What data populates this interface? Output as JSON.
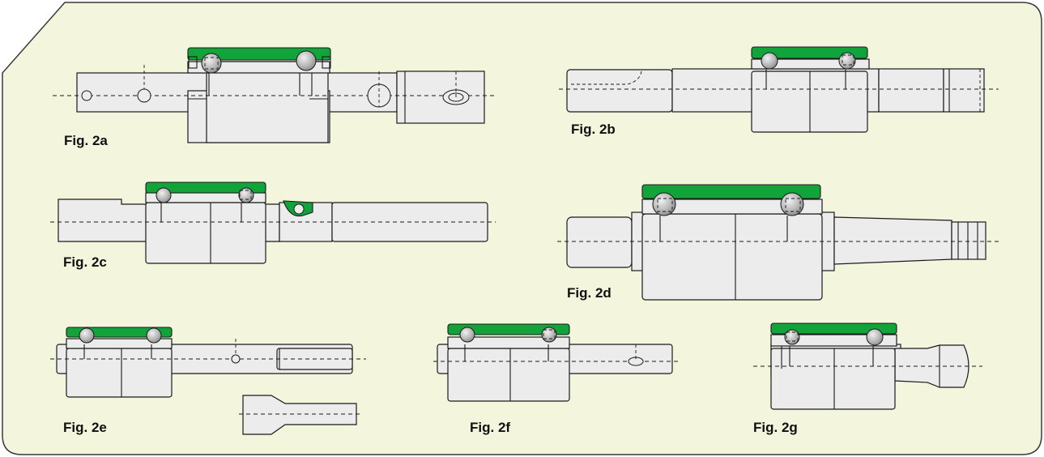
{
  "colors": {
    "panel_fill": "#f4f5dd",
    "panel_stroke": "#3a3a3a",
    "seal_green": "#12a33b",
    "part_fill": "#ececec",
    "ball_fill": "#b9b9b9"
  },
  "figures": [
    {
      "id": "2a",
      "label": "Fig. 2a"
    },
    {
      "id": "2b",
      "label": "Fig. 2b"
    },
    {
      "id": "2c",
      "label": "Fig. 2c"
    },
    {
      "id": "2d",
      "label": "Fig. 2d"
    },
    {
      "id": "2e",
      "label": "Fig. 2e"
    },
    {
      "id": "2f",
      "label": "Fig. 2f"
    },
    {
      "id": "2g",
      "label": "Fig. 2g"
    }
  ]
}
